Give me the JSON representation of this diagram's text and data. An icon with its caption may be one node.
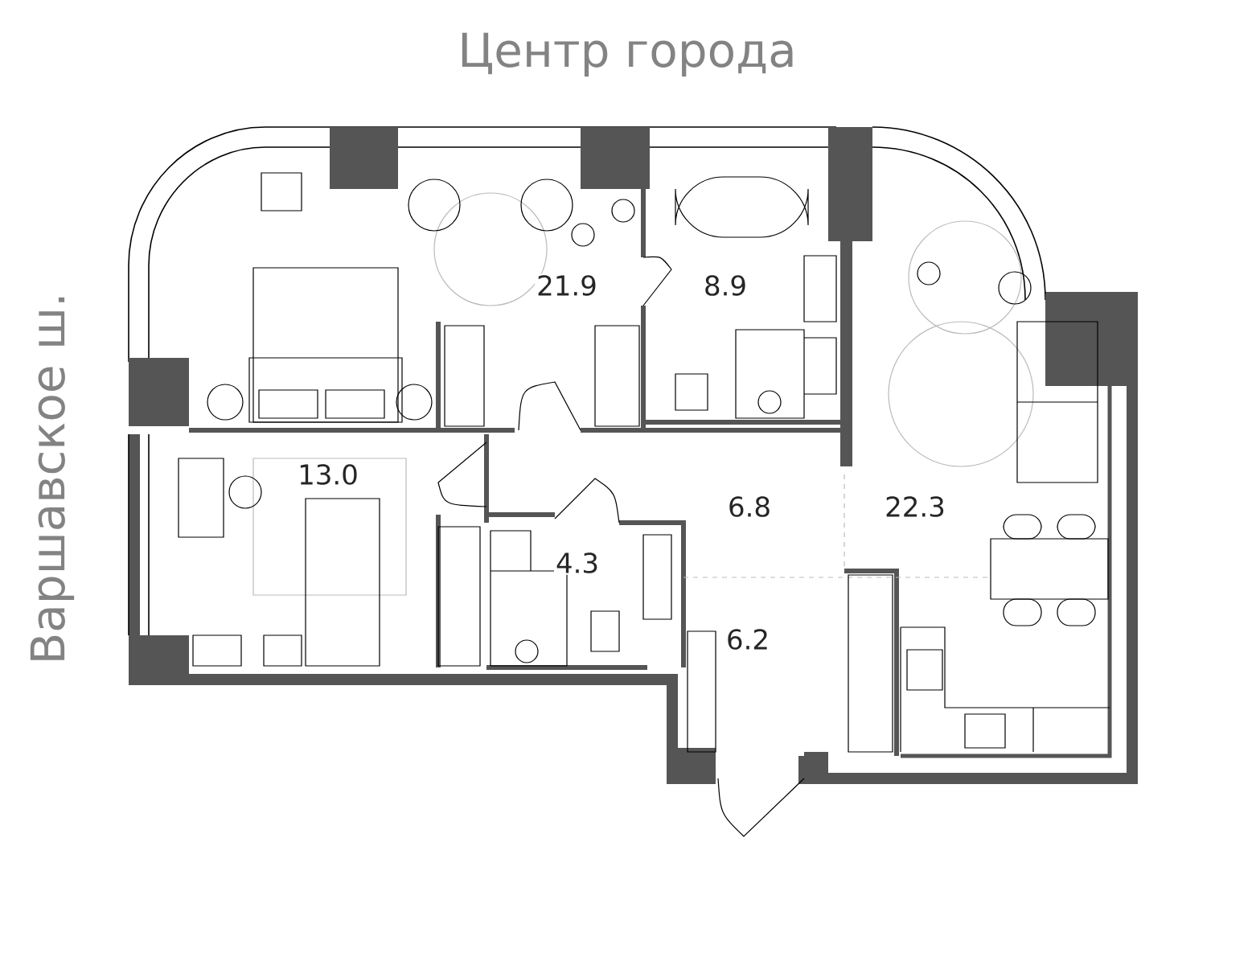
{
  "diagram": {
    "labels": [
      "Центр города",
      "21.9",
      "8.9",
      "13.0",
      "6.8",
      "22.3",
      "4.3",
      "6.2",
      "Варшавское ш."
    ]
  }
}
